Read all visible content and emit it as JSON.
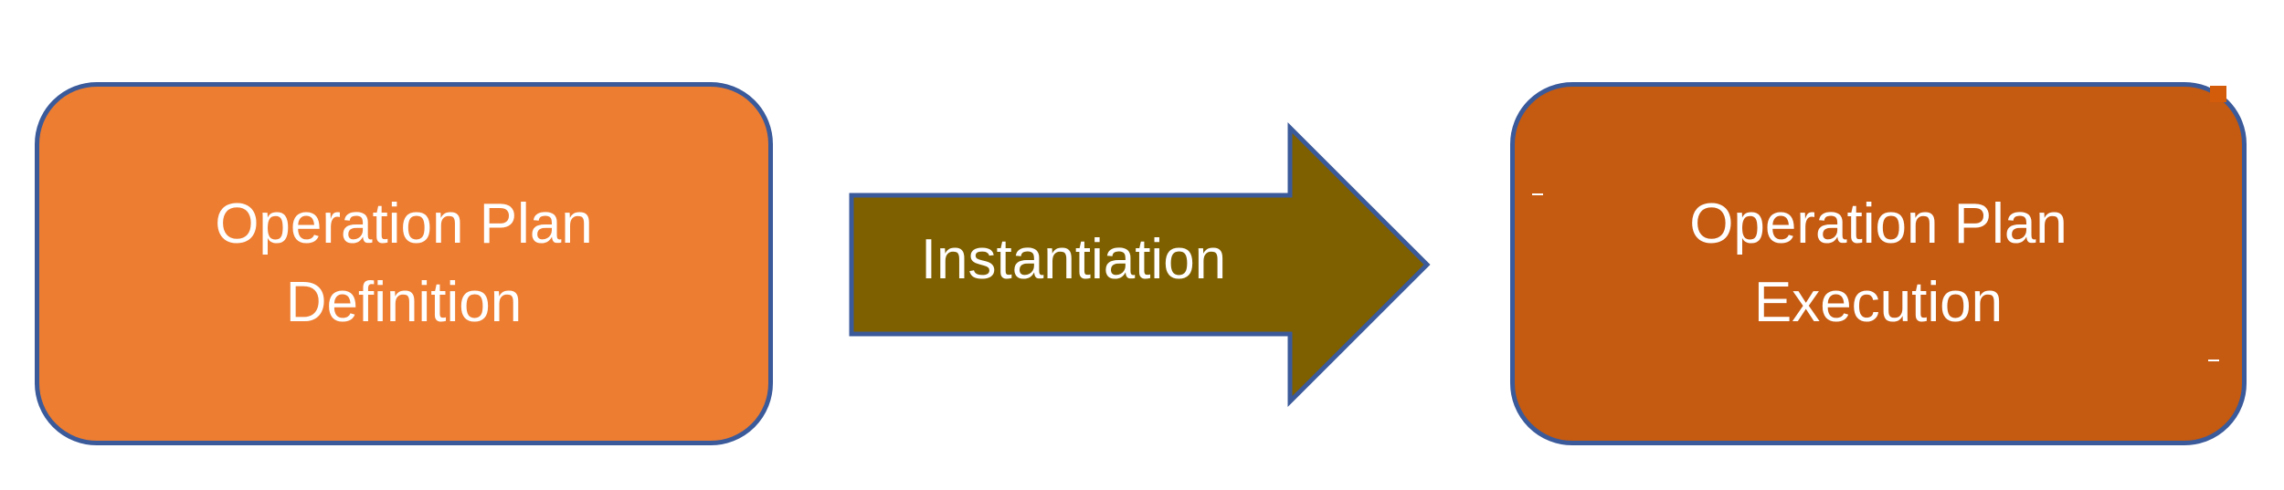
{
  "diagram": {
    "source": {
      "label": "Operation Plan\nDefinition",
      "fill": "#ed7d31",
      "border": "#3b5a9a"
    },
    "arrow": {
      "label": "Instantiation",
      "fill": "#7f6000",
      "border": "#3b5a9a"
    },
    "target": {
      "label": "Operation Plan\nExecution",
      "fill": "#c55a11",
      "border": "#3b5a9a"
    }
  }
}
